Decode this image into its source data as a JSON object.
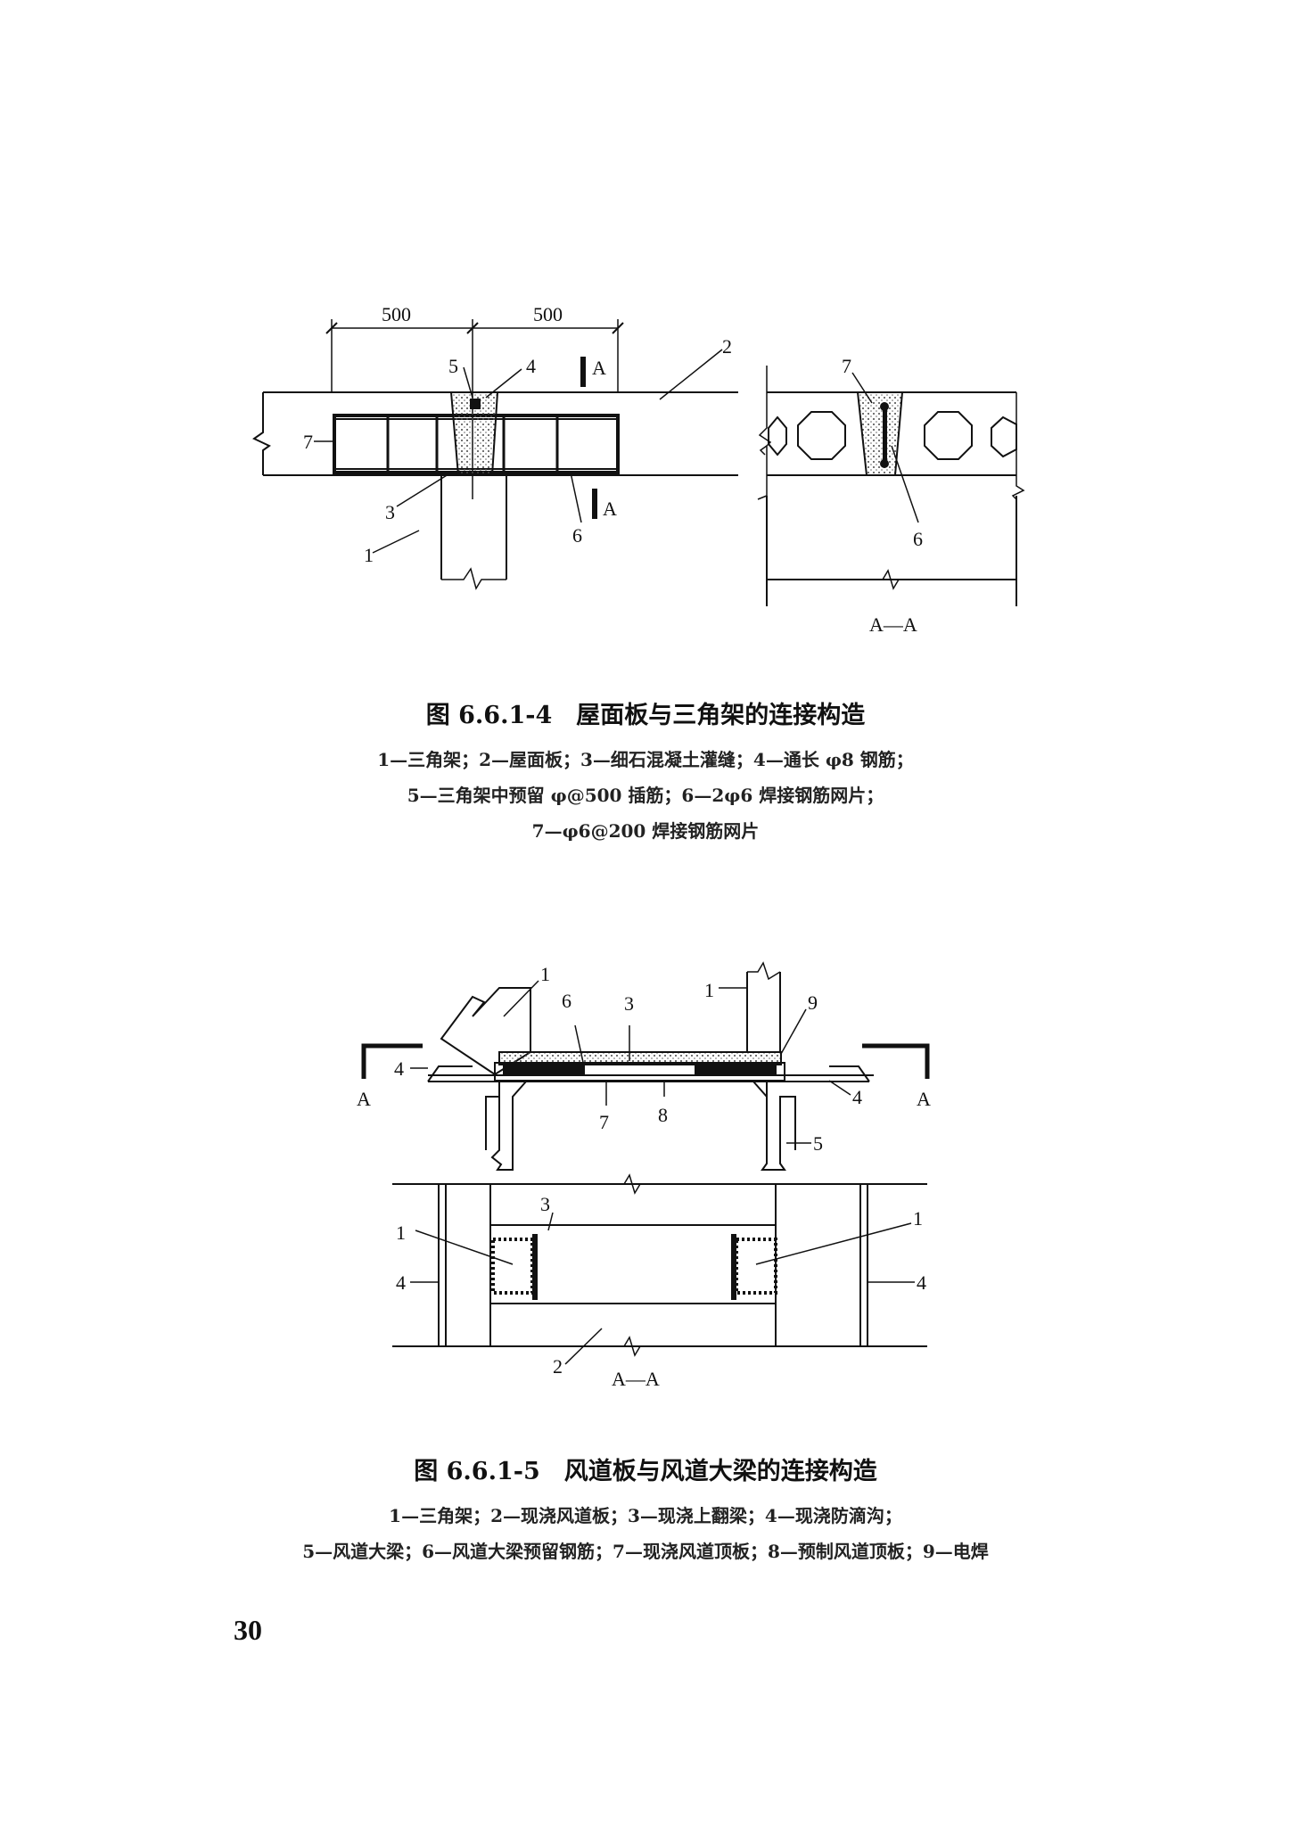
{
  "figure1": {
    "caption": "图 6.6.1-4　屋面板与三角架的连接构造",
    "legend": [
      "1—三角架；2—屋面板；3—细石混凝土灌缝；4—通长 φ8 钢筋；",
      "5—三角架中预留 φ@500 插筋；6—2φ6 焊接钢筋网片；",
      "7—φ6@200 焊接钢筋网片"
    ],
    "dim_left": "500",
    "dim_right": "500",
    "section_mark": "A",
    "section_title": "A—A",
    "callouts": {
      "n1": "1",
      "n2": "2",
      "n3": "3",
      "n4": "4",
      "n5": "5",
      "n6": "6",
      "n7": "7"
    }
  },
  "figure2": {
    "caption": "图 6.6.1-5　风道板与风道大梁的连接构造",
    "legend": [
      "1—三角架；2—现浇风道板；3—现浇上翻梁；4—现浇防滴沟；",
      "5—风道大梁；6—风道大梁预留钢筋；7—现浇风道顶板；8—预制风道顶板；9—电焊"
    ],
    "section_mark": "A",
    "section_title": "A—A",
    "callouts": {
      "n1": "1",
      "n2": "2",
      "n3": "3",
      "n4": "4",
      "n5": "5",
      "n6": "6",
      "n7": "7",
      "n8": "8",
      "n9": "9"
    }
  },
  "page_number": "30"
}
